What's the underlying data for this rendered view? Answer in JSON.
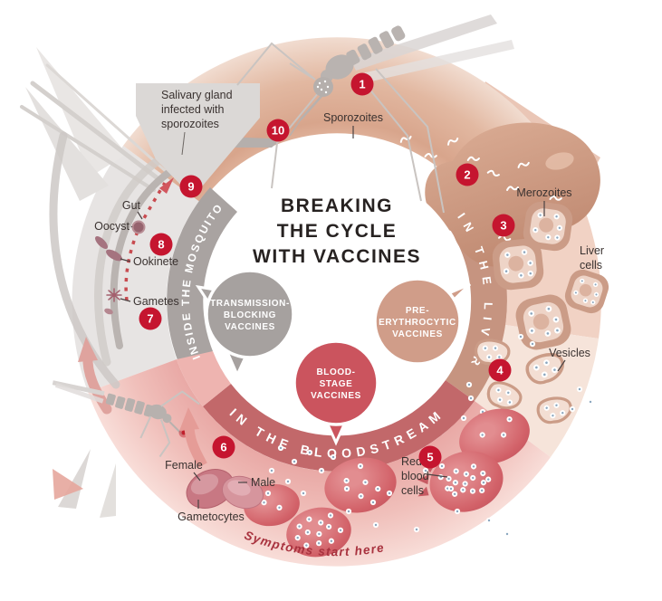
{
  "diagram_title": [
    "BREAKING",
    "THE CYCLE",
    "WITH VACCINES"
  ],
  "rings": {
    "mosquito": "INSIDE THE MOSQUITO",
    "liver": "IN THE LIVER",
    "bloodstream": "IN THE BLOODSTREAM"
  },
  "vaccines": {
    "transmission_blocking": {
      "lines": [
        "TRANSMISSION-",
        "BLOCKING",
        "VACCINES"
      ],
      "color": "#a6a19f"
    },
    "pre_erythrocytic": {
      "lines": [
        "PRE-",
        "ERYTHROCYTIC",
        "VACCINES"
      ],
      "color": "#d09d89"
    },
    "blood_stage": {
      "lines": [
        "BLOOD-",
        "STAGE",
        "VACCINES"
      ],
      "color": "#cb545e"
    }
  },
  "badges": [
    "1",
    "2",
    "3",
    "4",
    "5",
    "6",
    "7",
    "8",
    "9",
    "10"
  ],
  "labels": {
    "sporozoites": "Sporozoites",
    "salivary_gland": [
      "Salivary gland",
      "infected with",
      "sporozoites"
    ],
    "gut": "Gut",
    "oocyst": "Oocyst",
    "ookinete": "Ookinete",
    "gametes": "Gametes",
    "female": "Female",
    "male": "Male",
    "gametocytes": "Gametocytes",
    "merozoites": "Merozoites",
    "liver_cells": [
      "Liver",
      "cells"
    ],
    "vesicles": "Vesicles",
    "red_blood_cells": [
      "Red",
      "blood",
      "cells"
    ],
    "symptoms": "Symptoms start here"
  },
  "colors": {
    "badge_red": "#c5152f",
    "ring_gray": "#a9a3a1",
    "ring_tan": "#c69480",
    "ring_rose": "#c2686a",
    "skin": "#dcab93",
    "section_gray": "#e7e4e3",
    "section_liver": "#f2d6c9",
    "section_blood": "#efb6b2",
    "symptoms_text": "#a8323e",
    "title_text": "#272221"
  }
}
